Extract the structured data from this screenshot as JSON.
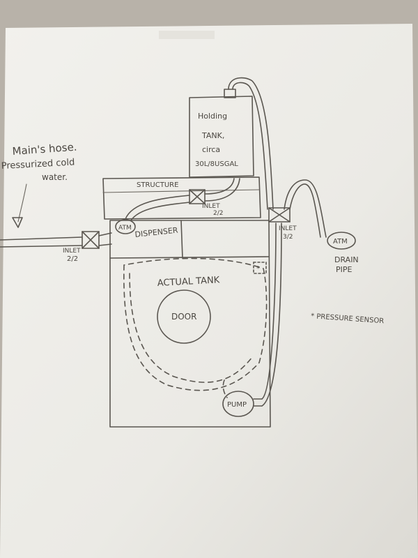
{
  "labels": {
    "mains_hose_1": "Main's hose.",
    "mains_hose_2": "Pressurized cold",
    "mains_hose_3": "water.",
    "inlet_left_1": "INLET",
    "inlet_left_2": "2/2",
    "inlet_top_1": "INLET",
    "inlet_top_2": "2/2",
    "inlet_right_1": "INLET",
    "inlet_right_2": "3/2",
    "atm_dispenser": "ATM",
    "dispenser": "DISPENSER",
    "structure": "STRUCTURE",
    "holding_tank_1": "Holding",
    "holding_tank_2": "TANK,",
    "holding_tank_3": "circa",
    "holding_tank_4": "30L/8USGAL",
    "actual_tank": "ACTUAL TANK",
    "door": "DOOR",
    "pump": "PUMP",
    "atm_drain": "ATM",
    "drain_pipe_1": "DRAIN",
    "drain_pipe_2": "PIPE",
    "pressure_sensor": "* PRESSURE SENSOR"
  },
  "colors": {
    "paper": "#f4f3ef",
    "ink": "#5a5650",
    "background": "#b8b2a9"
  }
}
